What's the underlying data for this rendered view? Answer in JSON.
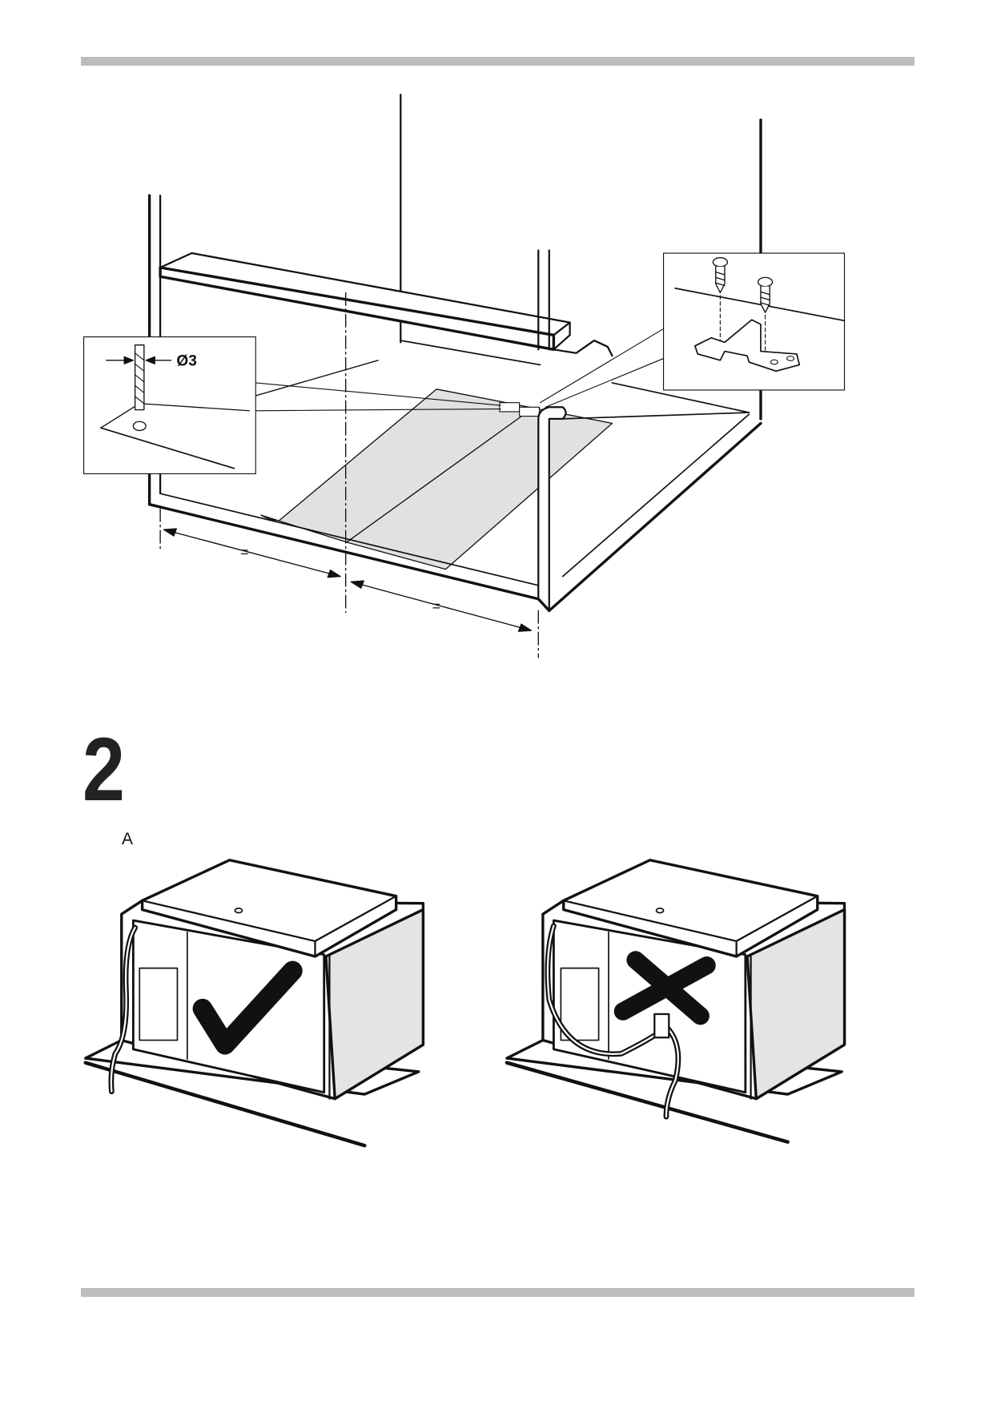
{
  "header_rule": "top-divider",
  "figure1": {
    "drill_diameter_label": "Ø3",
    "equal_left_label": "=",
    "equal_right_label": "="
  },
  "step": {
    "number": "2",
    "sub_label": "A"
  },
  "figure2": {
    "correct_icon": "check-mark-icon",
    "incorrect_icon": "x-mark-icon"
  }
}
